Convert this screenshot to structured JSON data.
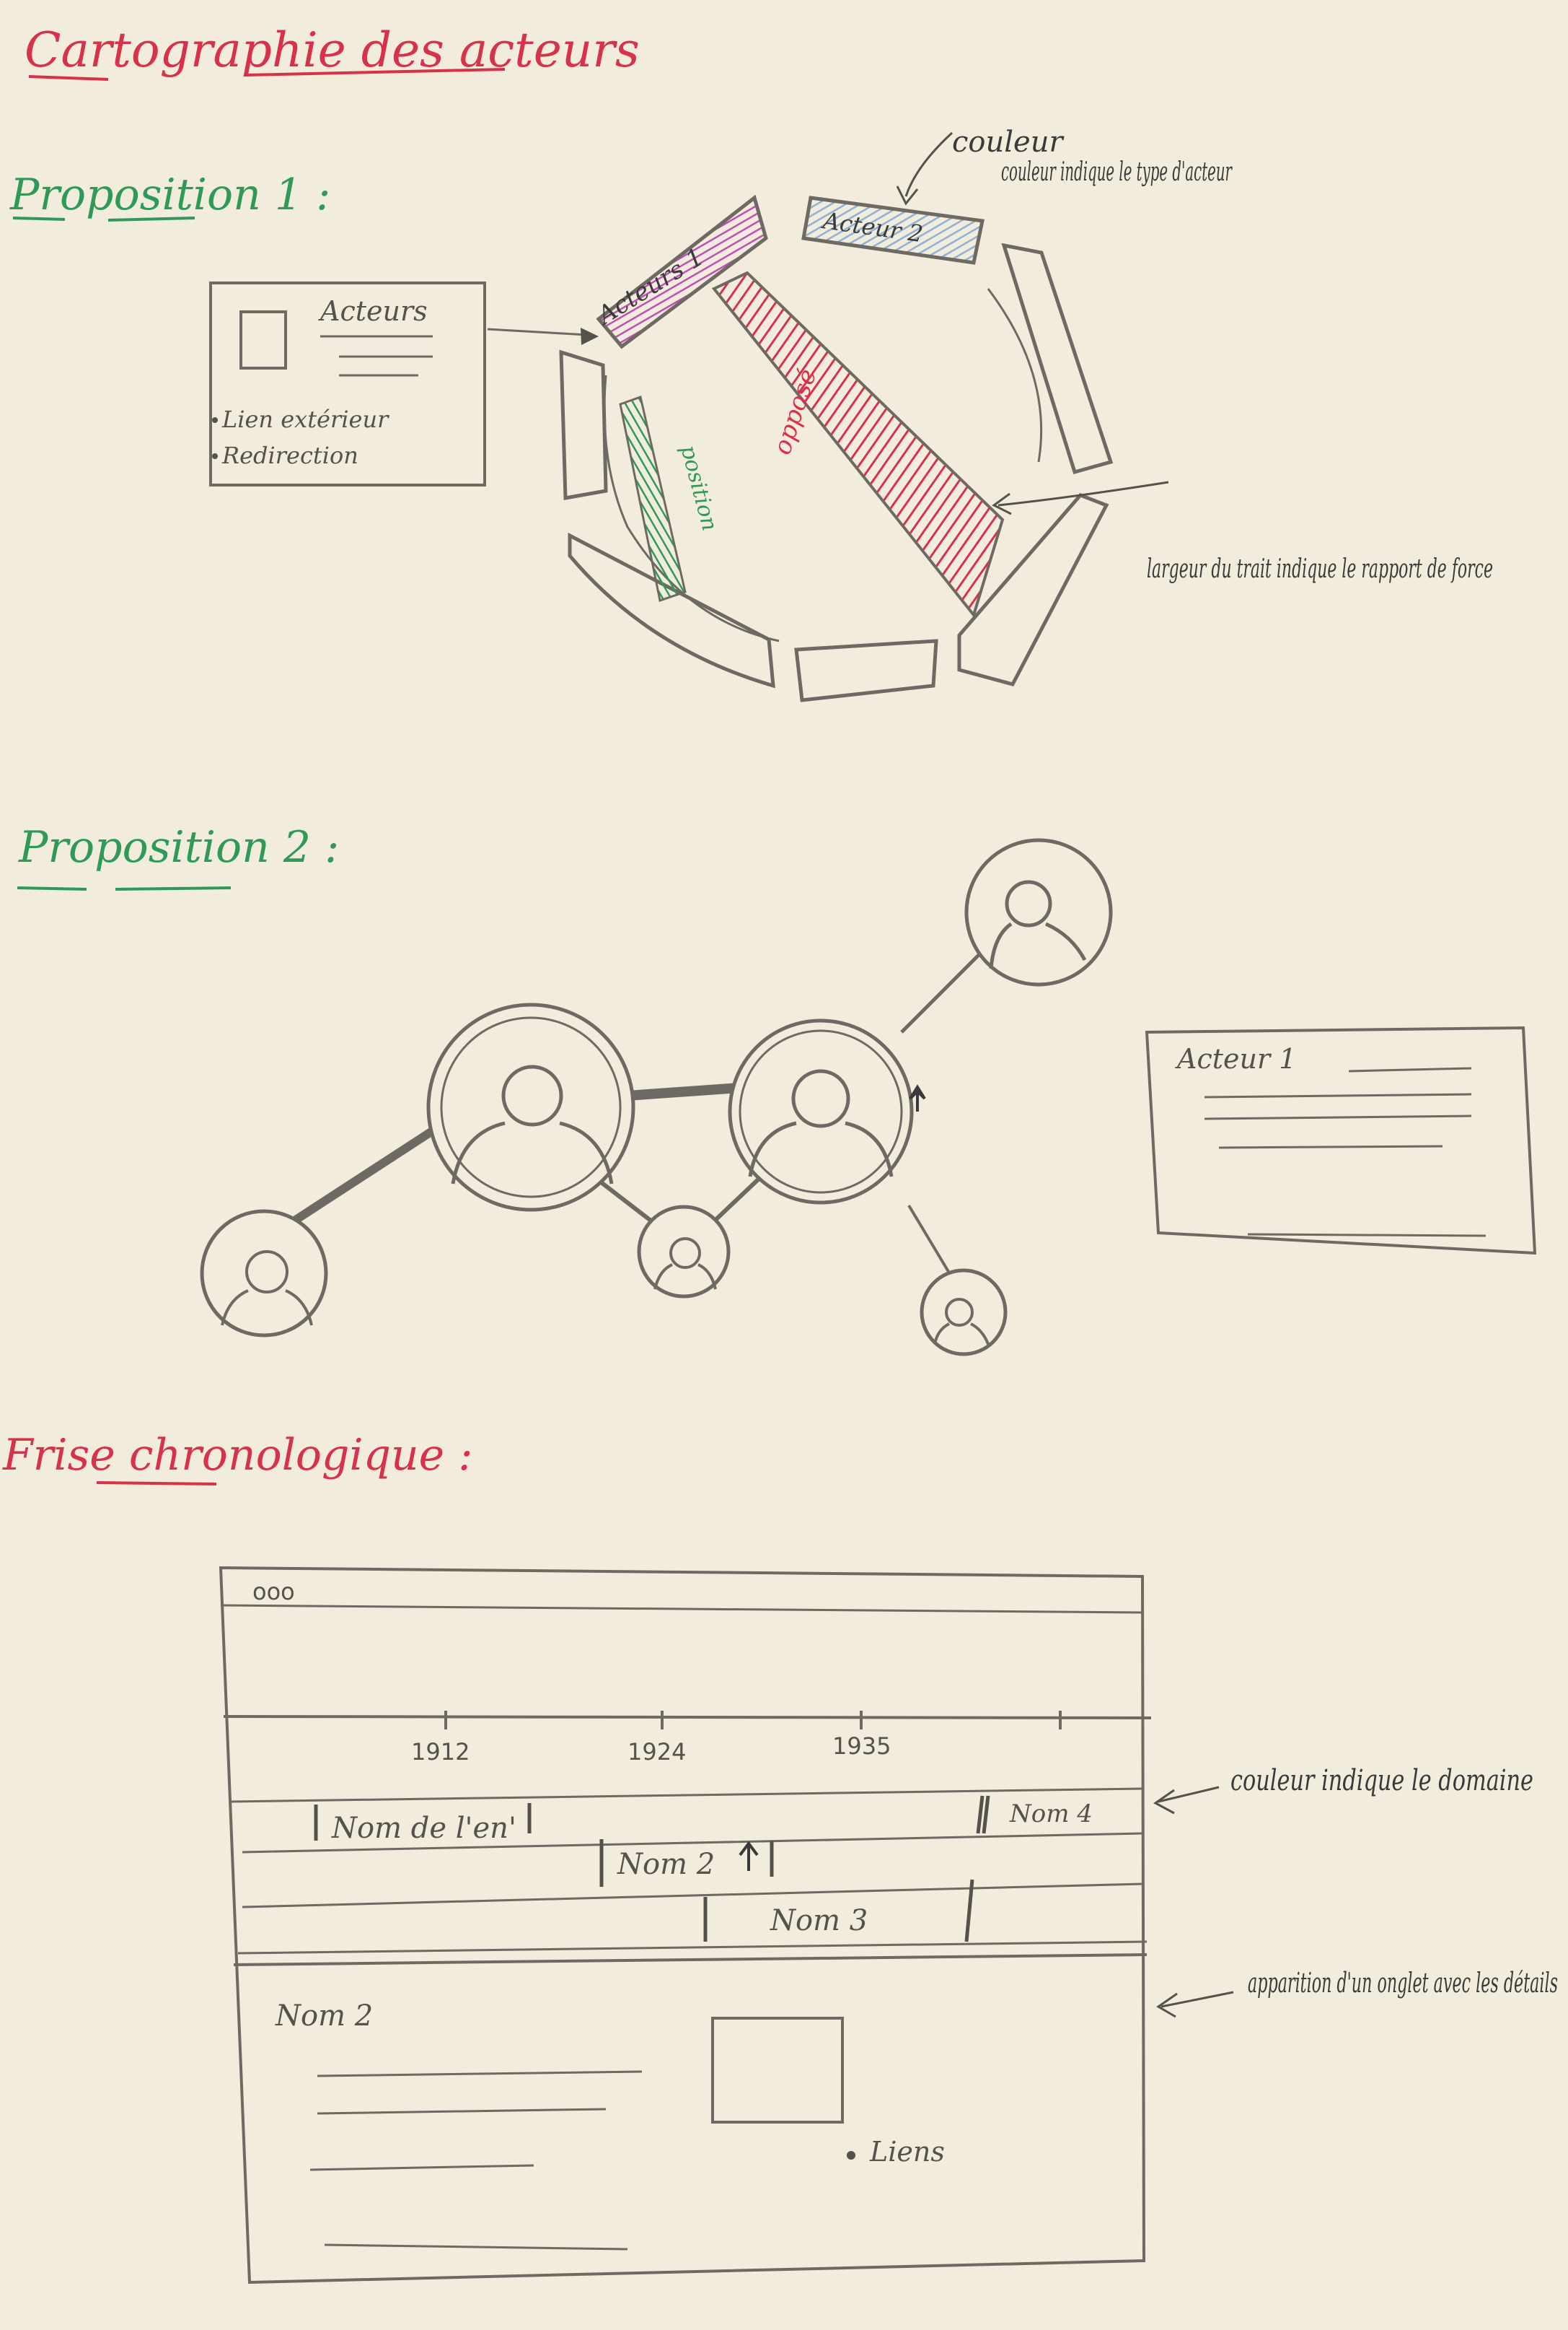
{
  "title": "Cartographie des acteurs",
  "colors": {
    "paper": "#f1ecdb",
    "pencil": "#6e6a63",
    "red_ink": "#d8314a",
    "green_ink": "#2f9a58",
    "blue_fill": "#8fb1d6",
    "magenta_fill": "#c04fb8",
    "red_fill": "#d8314a",
    "green_fill": "#2f9a58"
  },
  "proposition1": {
    "heading": "Proposition 1 :",
    "actor1_label": "Acteurs 1",
    "actor2_label": "Acteur 2",
    "link_oppose": "opposé",
    "link_position": "position",
    "card": {
      "title": "Acteurs",
      "items": [
        "Lien extérieur",
        "Redirection"
      ]
    },
    "note_color": "couleur indique le type d'acteur",
    "note_width": "largeur du trait indique le rapport de force"
  },
  "proposition2": {
    "heading": "Proposition 2 :",
    "card_title": "Acteur 1"
  },
  "frise": {
    "heading": "Frise chronologique :",
    "window_dots": "ooo",
    "years": [
      "1912",
      "1924",
      "1935"
    ],
    "events": [
      "Nom de l'en'",
      "Nom 2",
      "Nom 3",
      "Nom 4"
    ],
    "detail_title": "Nom 2",
    "detail_link": "Liens",
    "note_color": "couleur indique le domaine",
    "note_detail": "apparition d'un onglet avec les détails"
  }
}
